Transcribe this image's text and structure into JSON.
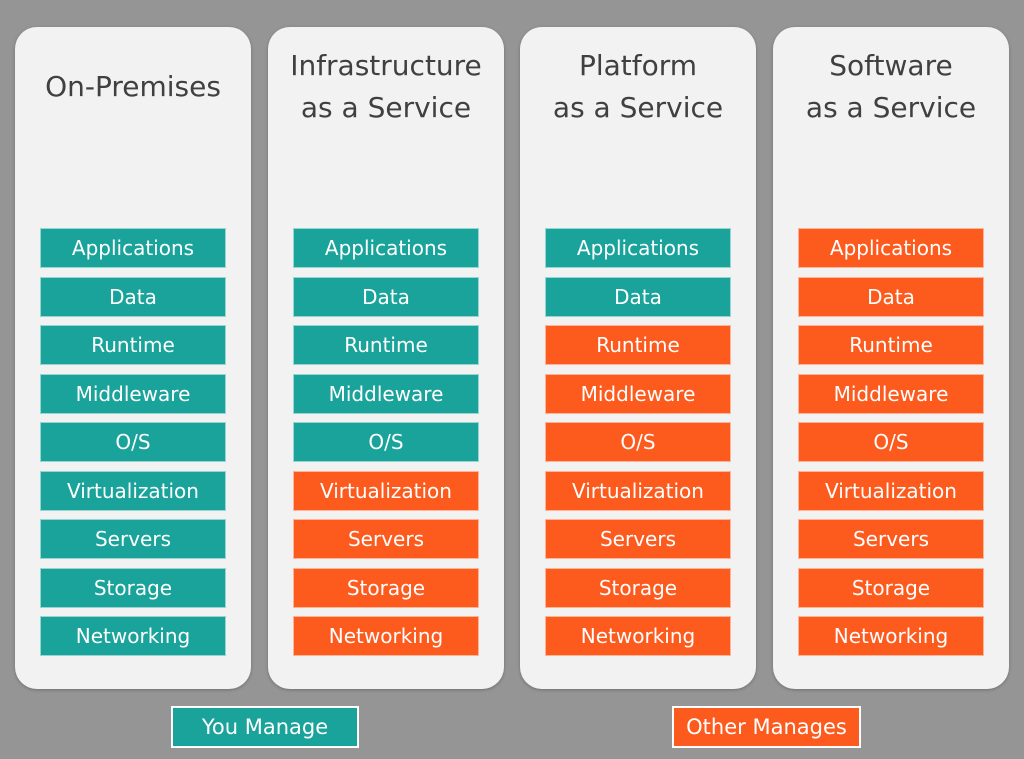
{
  "colors": {
    "background": "#959595",
    "panel": "#f2f2f2",
    "you_manage": "#1aa39a",
    "other_manages": "#fd5a1e",
    "title_text": "#404040"
  },
  "columns": [
    {
      "title": "On-Premises",
      "layers": [
        {
          "label": "Applications",
          "managed_by": "you"
        },
        {
          "label": "Data",
          "managed_by": "you"
        },
        {
          "label": "Runtime",
          "managed_by": "you"
        },
        {
          "label": "Middleware",
          "managed_by": "you"
        },
        {
          "label": "O/S",
          "managed_by": "you"
        },
        {
          "label": "Virtualization",
          "managed_by": "you"
        },
        {
          "label": "Servers",
          "managed_by": "you"
        },
        {
          "label": "Storage",
          "managed_by": "you"
        },
        {
          "label": "Networking",
          "managed_by": "you"
        }
      ]
    },
    {
      "title": "Infrastructure\nas a Service",
      "layers": [
        {
          "label": "Applications",
          "managed_by": "you"
        },
        {
          "label": "Data",
          "managed_by": "you"
        },
        {
          "label": "Runtime",
          "managed_by": "you"
        },
        {
          "label": "Middleware",
          "managed_by": "you"
        },
        {
          "label": "O/S",
          "managed_by": "you"
        },
        {
          "label": "Virtualization",
          "managed_by": "other"
        },
        {
          "label": "Servers",
          "managed_by": "other"
        },
        {
          "label": "Storage",
          "managed_by": "other"
        },
        {
          "label": "Networking",
          "managed_by": "other"
        }
      ]
    },
    {
      "title": "Platform\nas a Service",
      "layers": [
        {
          "label": "Applications",
          "managed_by": "you"
        },
        {
          "label": "Data",
          "managed_by": "you"
        },
        {
          "label": "Runtime",
          "managed_by": "other"
        },
        {
          "label": "Middleware",
          "managed_by": "other"
        },
        {
          "label": "O/S",
          "managed_by": "other"
        },
        {
          "label": "Virtualization",
          "managed_by": "other"
        },
        {
          "label": "Servers",
          "managed_by": "other"
        },
        {
          "label": "Storage",
          "managed_by": "other"
        },
        {
          "label": "Networking",
          "managed_by": "other"
        }
      ]
    },
    {
      "title": "Software\nas a Service",
      "layers": [
        {
          "label": "Applications",
          "managed_by": "other"
        },
        {
          "label": "Data",
          "managed_by": "other"
        },
        {
          "label": "Runtime",
          "managed_by": "other"
        },
        {
          "label": "Middleware",
          "managed_by": "other"
        },
        {
          "label": "O/S",
          "managed_by": "other"
        },
        {
          "label": "Virtualization",
          "managed_by": "other"
        },
        {
          "label": "Servers",
          "managed_by": "other"
        },
        {
          "label": "Storage",
          "managed_by": "other"
        },
        {
          "label": "Networking",
          "managed_by": "other"
        }
      ]
    }
  ],
  "legend": {
    "you_manage": "You Manage",
    "other_manages": "Other Manages"
  }
}
